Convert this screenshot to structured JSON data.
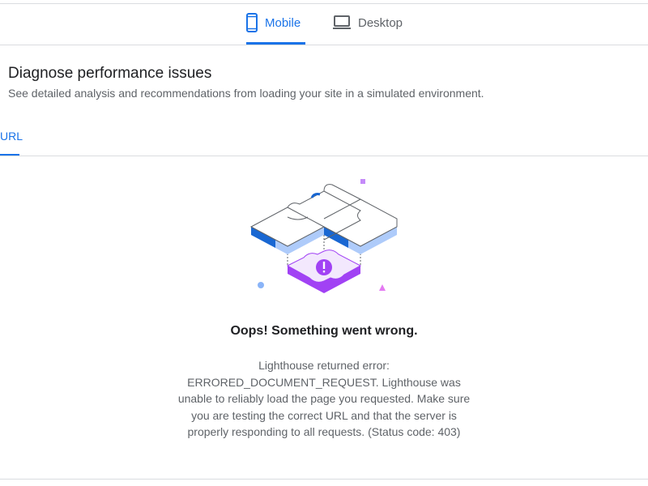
{
  "device_tabs": {
    "mobile_label": "Mobile",
    "desktop_label": "Desktop",
    "selected": "Mobile"
  },
  "section": {
    "title": "Diagnose performance issues",
    "subtitle": "See detailed analysis and recommendations from loading your site in a simulated environment."
  },
  "url_tab": {
    "label": "URL"
  },
  "error": {
    "heading": "Oops! Something went wrong.",
    "message": "Lighthouse returned error: ERRORED_DOCUMENT_REQUEST. Lighthouse was unable to reliably load the page you requested. Make sure you are testing the correct URL and that the server is properly responding to all requests. (Status code: 403)"
  },
  "colors": {
    "accent": "#1a73e8",
    "error_piece": "#c58af9",
    "error_piece_dark": "#a142f4",
    "blue_edge": "#1967d2",
    "light_blue_edge": "#aecbfa"
  }
}
